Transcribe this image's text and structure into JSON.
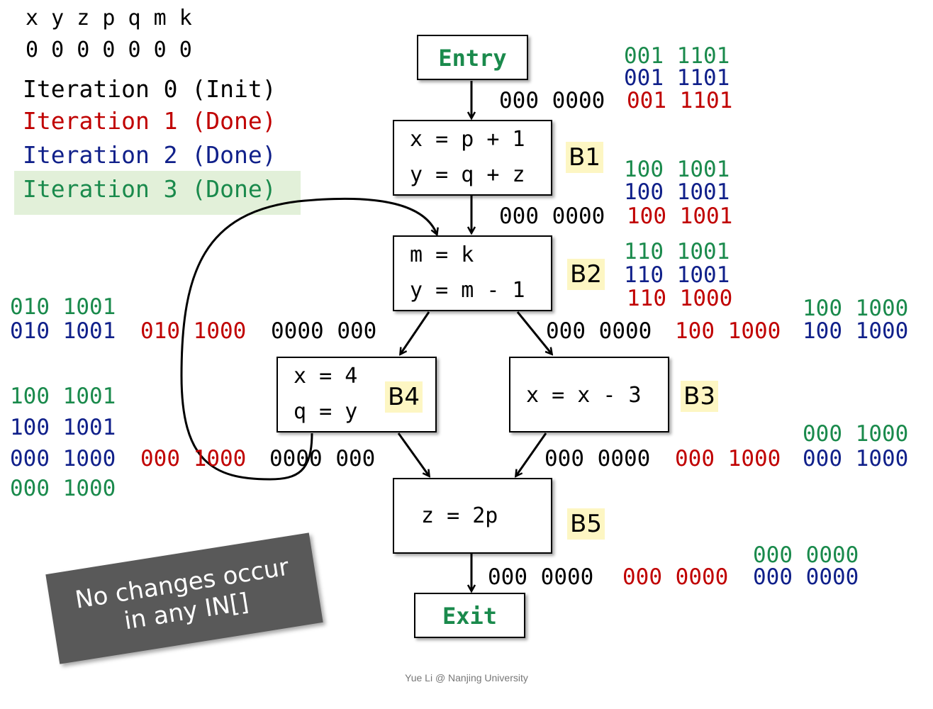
{
  "variables": {
    "names": "x y z p q m k",
    "init_values": "0 0 0 0 0 0 0"
  },
  "legend": [
    {
      "text": "Iteration 0 (Init)",
      "color": "#000000"
    },
    {
      "text": "Iteration 1 (Done)",
      "color": "#c00000"
    },
    {
      "text": "Iteration 2 (Done)",
      "color": "#10208a"
    },
    {
      "text": "Iteration 3 (Done)",
      "color": "#1a8a4c",
      "highlighted": true
    }
  ],
  "nodes": {
    "entry": {
      "title": "Entry"
    },
    "exit": {
      "title": "Exit"
    },
    "b1": {
      "label": "B1",
      "stmts": [
        "x = p + 1",
        "y = q + z"
      ]
    },
    "b2": {
      "label": "B2",
      "stmts": [
        "m = k",
        "y = m - 1"
      ]
    },
    "b3": {
      "label": "B3",
      "stmts": [
        "x = x - 3"
      ]
    },
    "b4": {
      "label": "B4",
      "stmts": [
        "x = 4",
        "q = y"
      ]
    },
    "b5": {
      "label": "B5",
      "stmts": [
        "z = 2p"
      ]
    }
  },
  "annotations": {
    "entry_out": {
      "iter3": "001 1101",
      "iter2": "001 1101",
      "iter0": "000 0000",
      "iter1": "001 1101"
    },
    "b1_out": {
      "iter3": "100 1001",
      "iter2": "100 1001",
      "iter0": "000 0000",
      "iter1": "100 1001"
    },
    "b2_out": {
      "iter3": "110 1001",
      "iter2": "110 1001",
      "iter1": "110 1000"
    },
    "b4_in": {
      "iter3": "010 1001",
      "iter2": "010 1001",
      "iter1": "010 1000",
      "iter0": "0000 000"
    },
    "b3_in": {
      "iter0": "000 0000",
      "iter1": "100 1000",
      "iter2": "100 1000",
      "iter3": "100 1000"
    },
    "b4_out": {
      "iter3a": "100 1001",
      "iter2a": "100 1001",
      "iter2b": "000 1000",
      "iter1": "000 1000",
      "iter0": "0000 000",
      "iter3b": "000 1000"
    },
    "b3_out": {
      "iter3": "000 1000",
      "iter0": "000 0000",
      "iter1": "000 1000",
      "iter2": "000 1000"
    },
    "b5_out": {
      "iter3": "000 0000",
      "iter0": "000 0000",
      "iter1": "000 0000",
      "iter2": "000 0000"
    }
  },
  "note": {
    "line1": "No changes occur",
    "line2": "in any IN[]"
  },
  "footer": "Yue Li @ Nanjing University",
  "colors": {
    "iter0": "#000000",
    "iter1": "#c00000",
    "iter2": "#10208a",
    "iter3": "#1a8a4c",
    "highlight": "#e2f0d9",
    "label_bg": "#fdf6c3"
  }
}
